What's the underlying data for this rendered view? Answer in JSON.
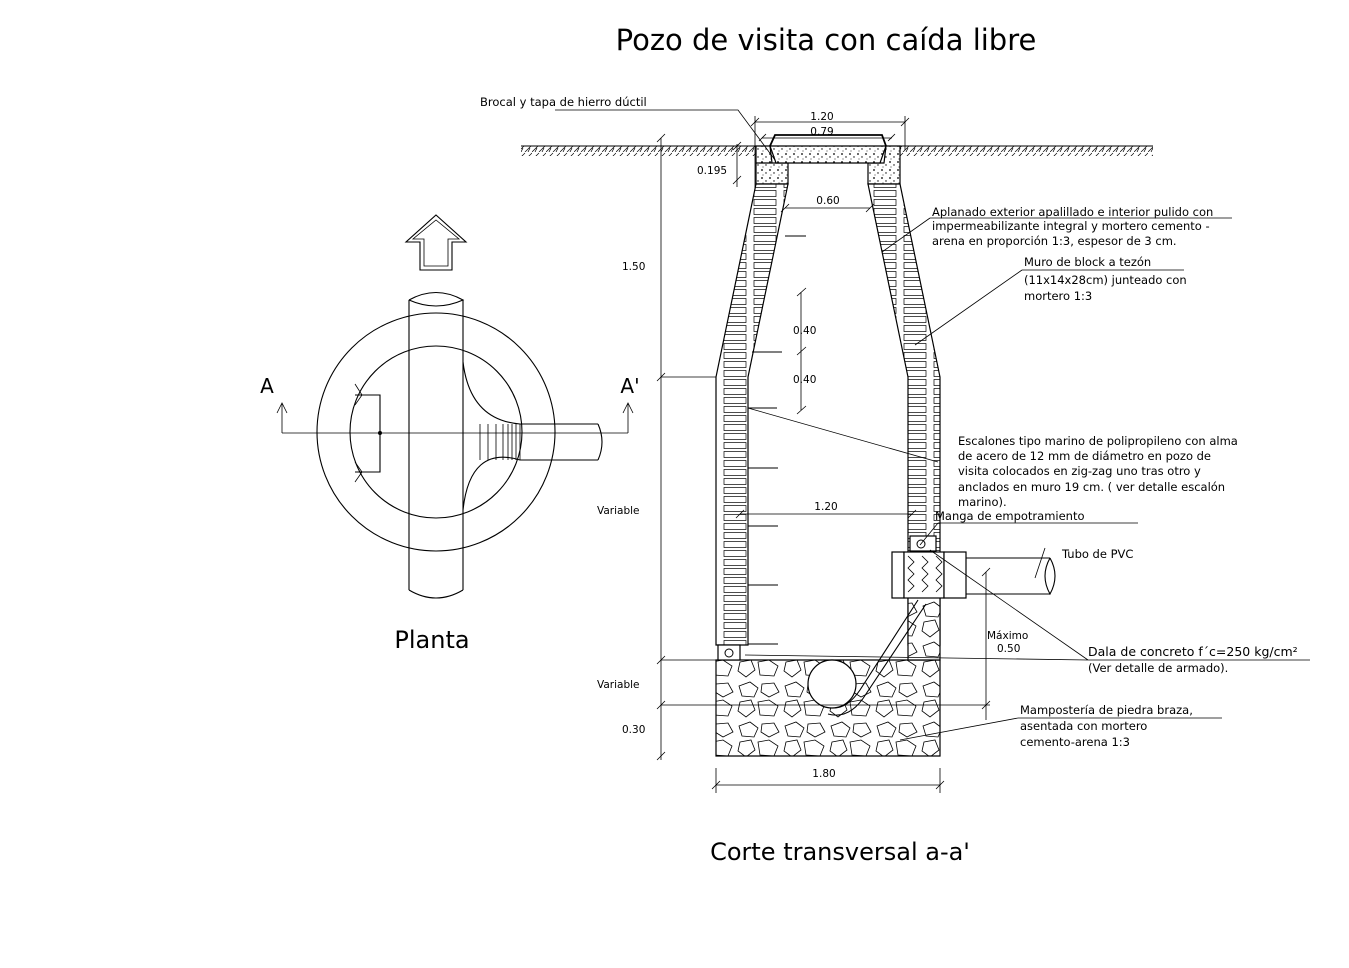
{
  "titles": {
    "main": "Pozo de visita con caída libre",
    "plan": "Planta",
    "section": "Corte transversal a-a'"
  },
  "plan_labels": {
    "a": "A",
    "a_prime": "A'"
  },
  "dimensions": {
    "top_outer": "1.20",
    "top_inner": "0.79",
    "brocal_h": "0.195",
    "neck": "0.60",
    "cone_h": "1.50",
    "step1": "0.40",
    "step2": "0.40",
    "body_w": "1.20",
    "body_h": "Variable",
    "base_var": "Variable",
    "base_h": "0.30",
    "base_w": "1.80",
    "max_label": "Máximo",
    "max_val": "0.50"
  },
  "annotations": {
    "brocal": "Brocal y tapa  de hierro dúctil",
    "aplanado_1": "Aplanado exterior apalillado e interior pulido con",
    "aplanado_2": "impermeabilizante integral y mortero cemento -",
    "aplanado_3": "arena en proporción 1:3, espesor de  3 cm.",
    "muro_1": "Muro de block a tezón",
    "muro_2": "(11x14x28cm) junteado con",
    "muro_3": "mortero 1:3",
    "escalones_1": "Escalones tipo marino de polipropileno con alma",
    "escalones_2": "de acero de 12 mm de diámetro en pozo de",
    "escalones_3": "visita colocados en zig-zag uno tras otro y",
    "escalones_4": "anclados en muro 19 cm. ( ver detalle escalón",
    "escalones_5": "marino).",
    "manga": "Manga de empotramiento",
    "tubo": "Tubo de PVC",
    "dala_1": "Dala de concreto f´c=250 kg/cm²",
    "dala_2": "(Ver detalle de armado).",
    "mamp_1": "Mampostería de piedra braza,",
    "mamp_2": "asentada con mortero",
    "mamp_3": "cemento-arena 1:3"
  }
}
